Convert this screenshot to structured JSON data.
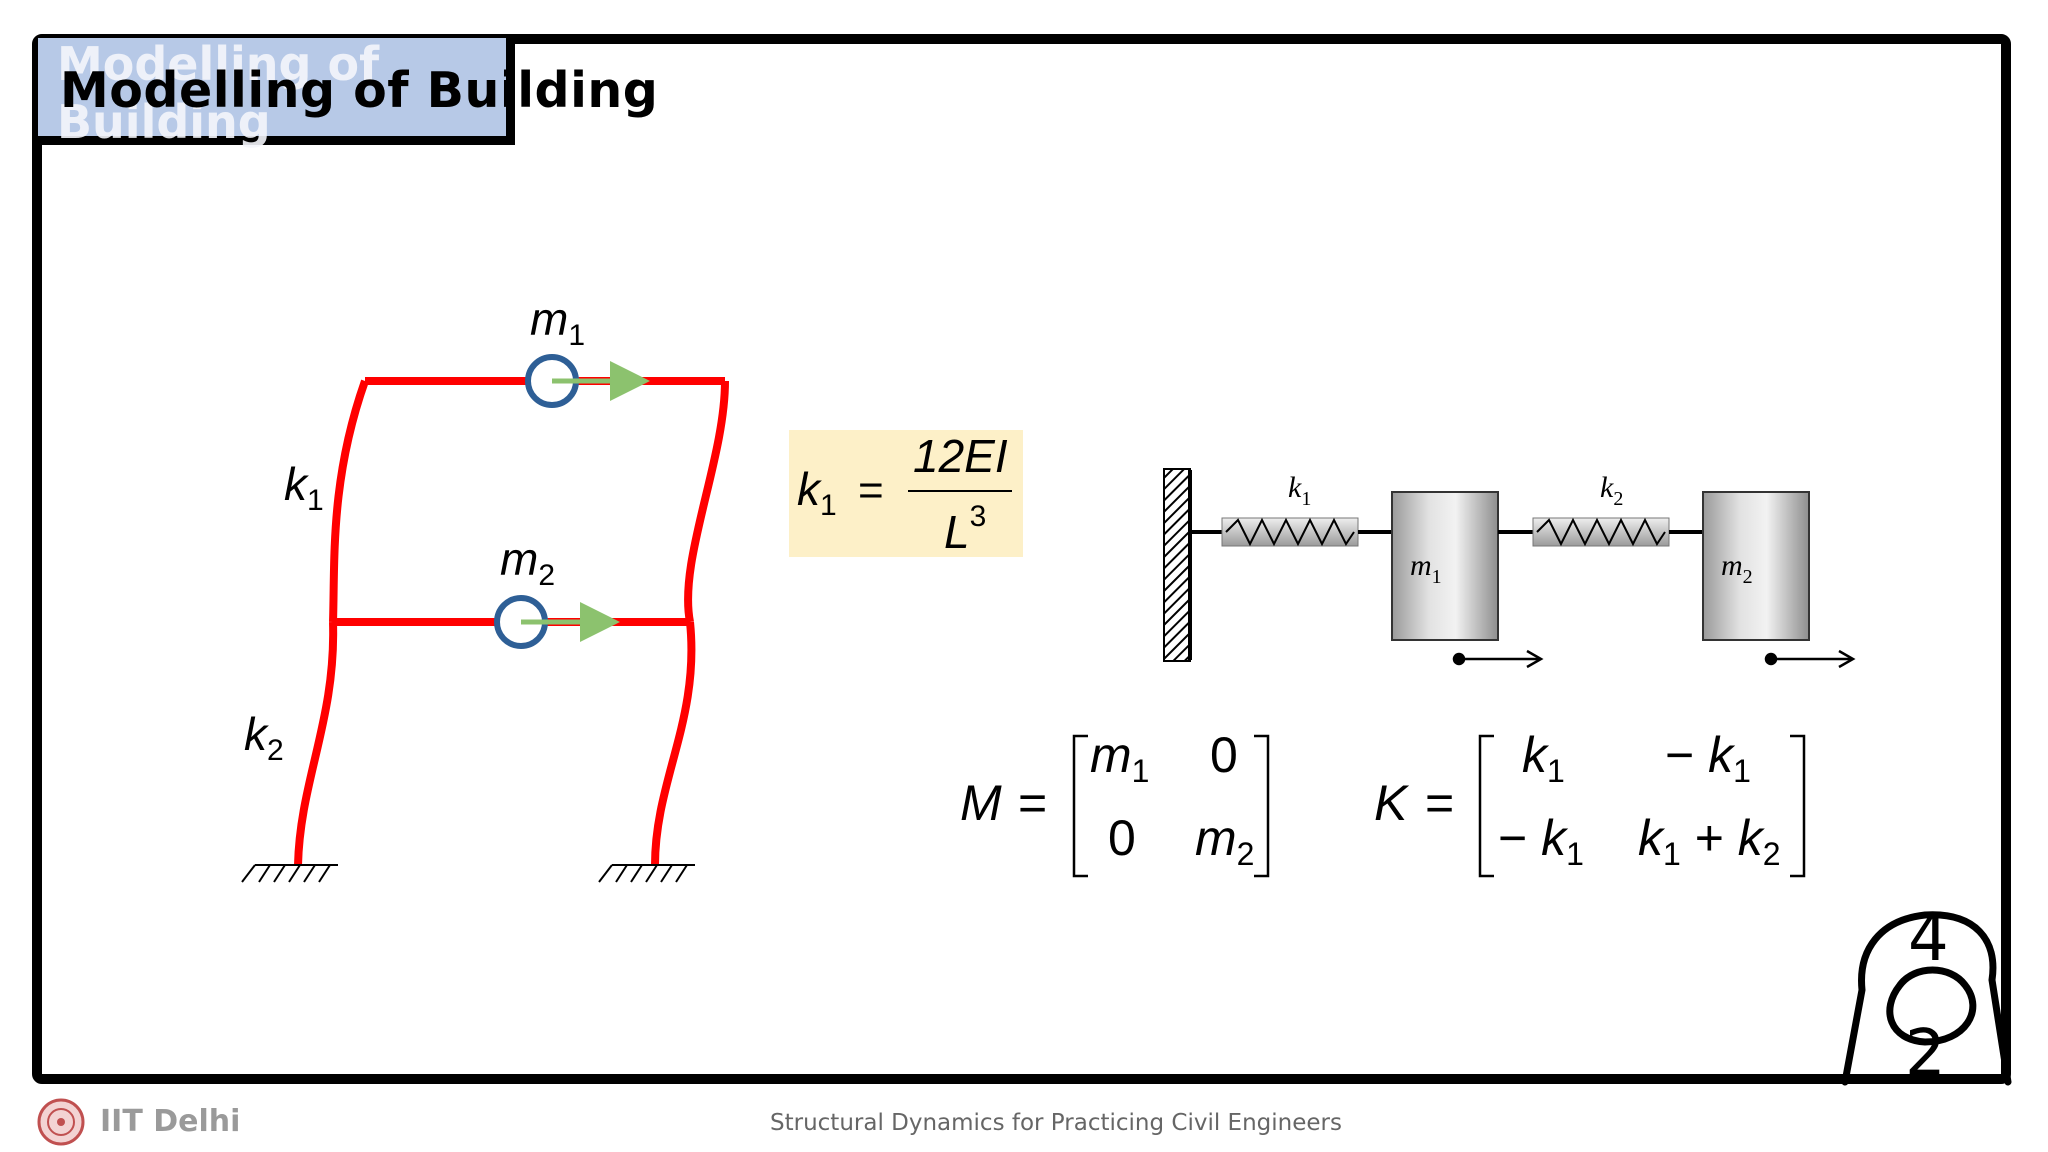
{
  "slide": {
    "title": "Modelling of Building",
    "title_ghost": "Modelling of Building"
  },
  "frame_labels": {
    "m1": {
      "base": "m",
      "sub": "1"
    },
    "m2": {
      "base": "m",
      "sub": "2"
    },
    "k1": {
      "base": "k",
      "sub": "1"
    },
    "k2": {
      "base": "k",
      "sub": "2"
    }
  },
  "stiffness_formula": {
    "lhs_base": "k",
    "lhs_sub": "1",
    "equals": "=",
    "numerator": "12EI",
    "denominator_base": "L",
    "denominator_sup": "3"
  },
  "spring_mass": {
    "k1": {
      "base": "k",
      "sub": "1"
    },
    "k2": {
      "base": "k",
      "sub": "2"
    },
    "m1": {
      "base": "m",
      "sub": "1"
    },
    "m2": {
      "base": "m",
      "sub": "2"
    }
  },
  "mass_matrix": {
    "symbol": "M",
    "equals": "=",
    "r1c1": {
      "base": "m",
      "sub": "1"
    },
    "r1c2": "0",
    "r2c1": "0",
    "r2c2": {
      "base": "m",
      "sub": "2"
    }
  },
  "stiffness_matrix": {
    "symbol": "K",
    "equals": "=",
    "r1c1": {
      "base": "k",
      "sub": "1"
    },
    "r1c2": {
      "prefix": "− ",
      "base": "k",
      "sub": "1"
    },
    "r2c1": {
      "prefix": "− ",
      "base": "k",
      "sub": "1"
    },
    "r2c2": {
      "a": "k",
      "a_sub": "1",
      "plus": " + ",
      "b": "k",
      "b_sub": "2"
    }
  },
  "annotation": {
    "top": "4",
    "bottom": "2"
  },
  "footer": {
    "institute": "IIT Delhi",
    "course": "Structural Dynamics for Practicing Civil Engineers"
  },
  "colors": {
    "frame_red": "#ff0000",
    "node_blue": "#2e5f96",
    "arrow_green": "#8cc26e",
    "title_bg": "#b7c9e7",
    "formula_bg": "#fdf0c8"
  }
}
